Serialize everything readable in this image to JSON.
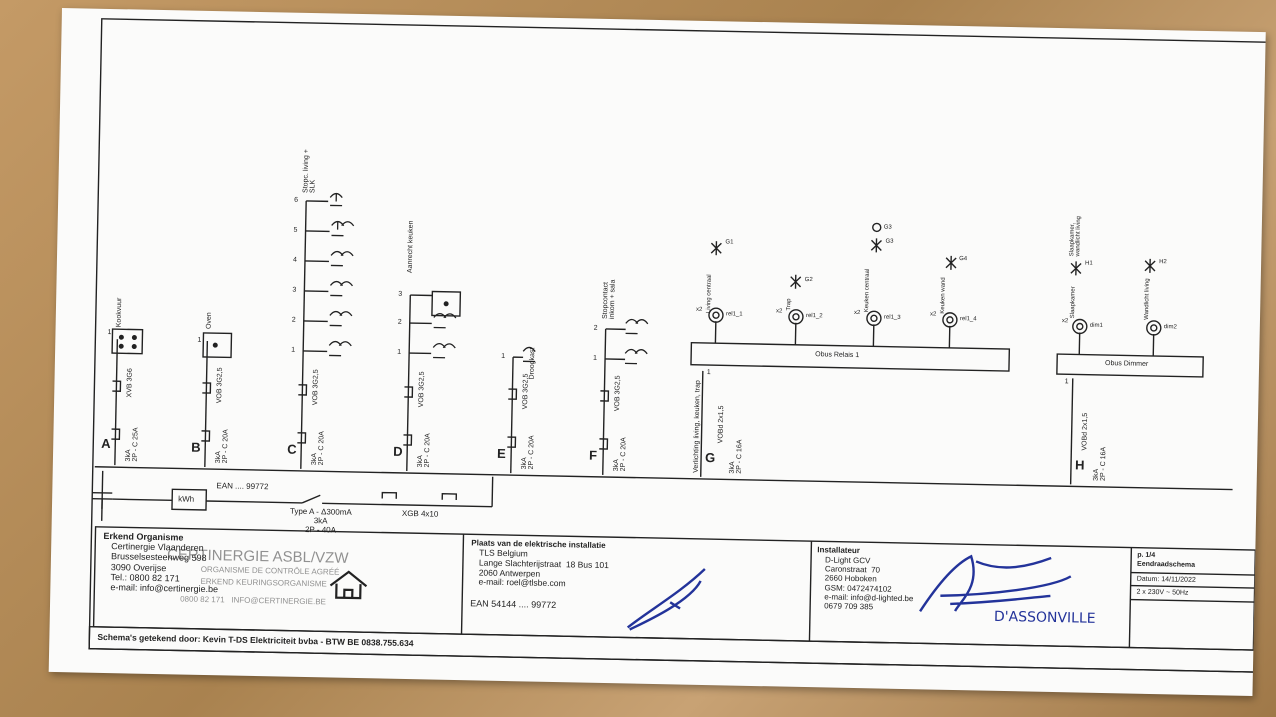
{
  "circuits": {
    "A": {
      "letter": "A",
      "cable": "XVB 3G6",
      "rating": "3kA\n2P - C 25A",
      "label": "Kookvuur",
      "num": "1"
    },
    "B": {
      "letter": "B",
      "cable": "VOB 3G2,5",
      "rating": "3kA\n2P - C 20A",
      "label": "Oven",
      "num": "1"
    },
    "C": {
      "letter": "C",
      "cable": "VOB 3G2,5",
      "rating": "3kA\n2P - C 20A",
      "label": "Stopc. living +\nSLK",
      "nums": [
        "1",
        "2",
        "3",
        "4",
        "5",
        "6"
      ]
    },
    "D": {
      "letter": "D",
      "cable": "VOB 3G2,5",
      "rating": "3kA\n2P - C 20A",
      "label": "Aanrecht keuken",
      "nums": [
        "1",
        "2",
        "3"
      ]
    },
    "E": {
      "letter": "E",
      "cable": "VOB 3G2,5",
      "rating": "3kA\n2P - C 20A",
      "label": "Droogkast",
      "num": "1"
    },
    "F": {
      "letter": "F",
      "cable": "VOB 3G2,5",
      "rating": "3kA\n2P - C 20A",
      "label": "Stopcontact\ninkom + sala",
      "nums": [
        "1",
        "2"
      ]
    },
    "G": {
      "letter": "G",
      "cable": "VOBd 2x1,5",
      "rating": "3kA\n2P - C 16A",
      "label": "Verlichting living, keuken, trap",
      "num": "1"
    },
    "H": {
      "letter": "H",
      "cable": "VOBd 2x1,5",
      "rating": "3kA\n2P - C 16A",
      "num": "1"
    }
  },
  "lights": {
    "g1": "G1",
    "g2": "G2",
    "g3": "G3",
    "g3b": "G3",
    "g4": "G4",
    "h1": "H1",
    "h2": "H2",
    "l1": "Living centraal",
    "l2": "Trap",
    "l3": "Keuken centraal",
    "l4": "Keuken wand",
    "l5": "Slaapkamer",
    "l6": "Wandlicht living",
    "lh1": "Slaapkamer,\nwandlicht living",
    "r1": "rel1_1",
    "r2": "rel1_2",
    "r3": "rel1_3",
    "r4": "rel1_4",
    "d1": "dim1",
    "d2": "dim2",
    "x2a": "x2",
    "x2b": "x2",
    "x2c": "x2",
    "x2d": "x2",
    "x2e": "x2",
    "relais": "Obus Relais 1",
    "dimmer": "Obus Dimmer"
  },
  "supply": {
    "kwh": "kWh",
    "ean": "EAN .... 99772",
    "diff": "Type A - Δ300mA\n3kA\n2P - 40A",
    "cable": "XGB 4x10"
  },
  "footer": {
    "org_title": "Erkend Organisme",
    "org_lines": "Certinergie Vlaanderen\nBrusselsesteenweg 598\n3090 Overijse\nTel.: 0800 82 171\ne-mail: info@certinergie.be",
    "stamp_name": "CERTINERGIE ASBL/VZW",
    "stamp_l1": "ORGANISME DE CONTRÔLE AGRÉÉ",
    "stamp_l2": "ERKEND KEURINGSORGANISME",
    "stamp_l3": "0800 82 171   INFO@CERTINERGIE.BE",
    "loc_title": "Plaats van de elektrische installatie",
    "loc_lines": "TLS Belgium\nLange Slachterijstraat  18 Bus 101\n2060 Antwerpen\ne-mail: roel@tlsbe.com",
    "loc_ean": "EAN 54144 .... 99772",
    "inst_title": "Installateur",
    "inst_lines": "D-Light GCV\nCaronstraat  70\n2660 Hoboken\nGSM: 0472474102\ne-mail: info@d-lighted.be\n0679 709 385",
    "signature_name": "D'ASSONVILLE",
    "page": "p. 1/4",
    "page_title": "Eendraadschema",
    "date": "Datum: 14/11/2022",
    "voltage": "2 x 230V ~ 50Hz",
    "drawn_by": "Schema's getekend door: Kevin T-DS Elektriciteit bvba - BTW BE 0838.755.634"
  }
}
